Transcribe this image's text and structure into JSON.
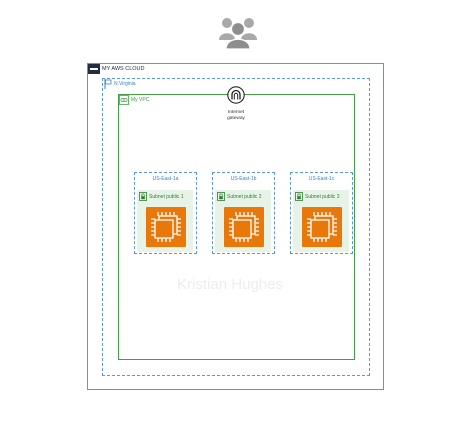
{
  "diagram": {
    "cloud": {
      "label": "MY AWS CLOUD",
      "badge_icon": "aws-logo-icon"
    },
    "region": {
      "label": "N.Virginia",
      "icon": "region-flag-icon"
    },
    "vpc": {
      "label": "My VPC",
      "icon": "vpc-icon"
    },
    "internet_gateway": {
      "label_line1": "Internet",
      "label_line2": "gateway",
      "icon": "internet-gateway-icon"
    },
    "users": {
      "icon": "users-group-icon"
    },
    "availability_zones": [
      {
        "label": "US-East-1a",
        "subnet": "Subnet public 1",
        "instance_icon": "ec2-instance-icon"
      },
      {
        "label": "US-East-1b",
        "subnet": "Subnet public 2",
        "instance_icon": "ec2-instance-icon"
      },
      {
        "label": "US-East-1c",
        "subnet": "Subnet public 3",
        "instance_icon": "ec2-instance-icon"
      }
    ],
    "watermark": "Kristian Hughes",
    "colors": {
      "aws_dark": "#232f3e",
      "region_blue": "#5b9bd5",
      "vpc_green": "#43a047",
      "subnet_fill": "#e8f3e8",
      "ec2_orange": "#e8780a"
    }
  }
}
